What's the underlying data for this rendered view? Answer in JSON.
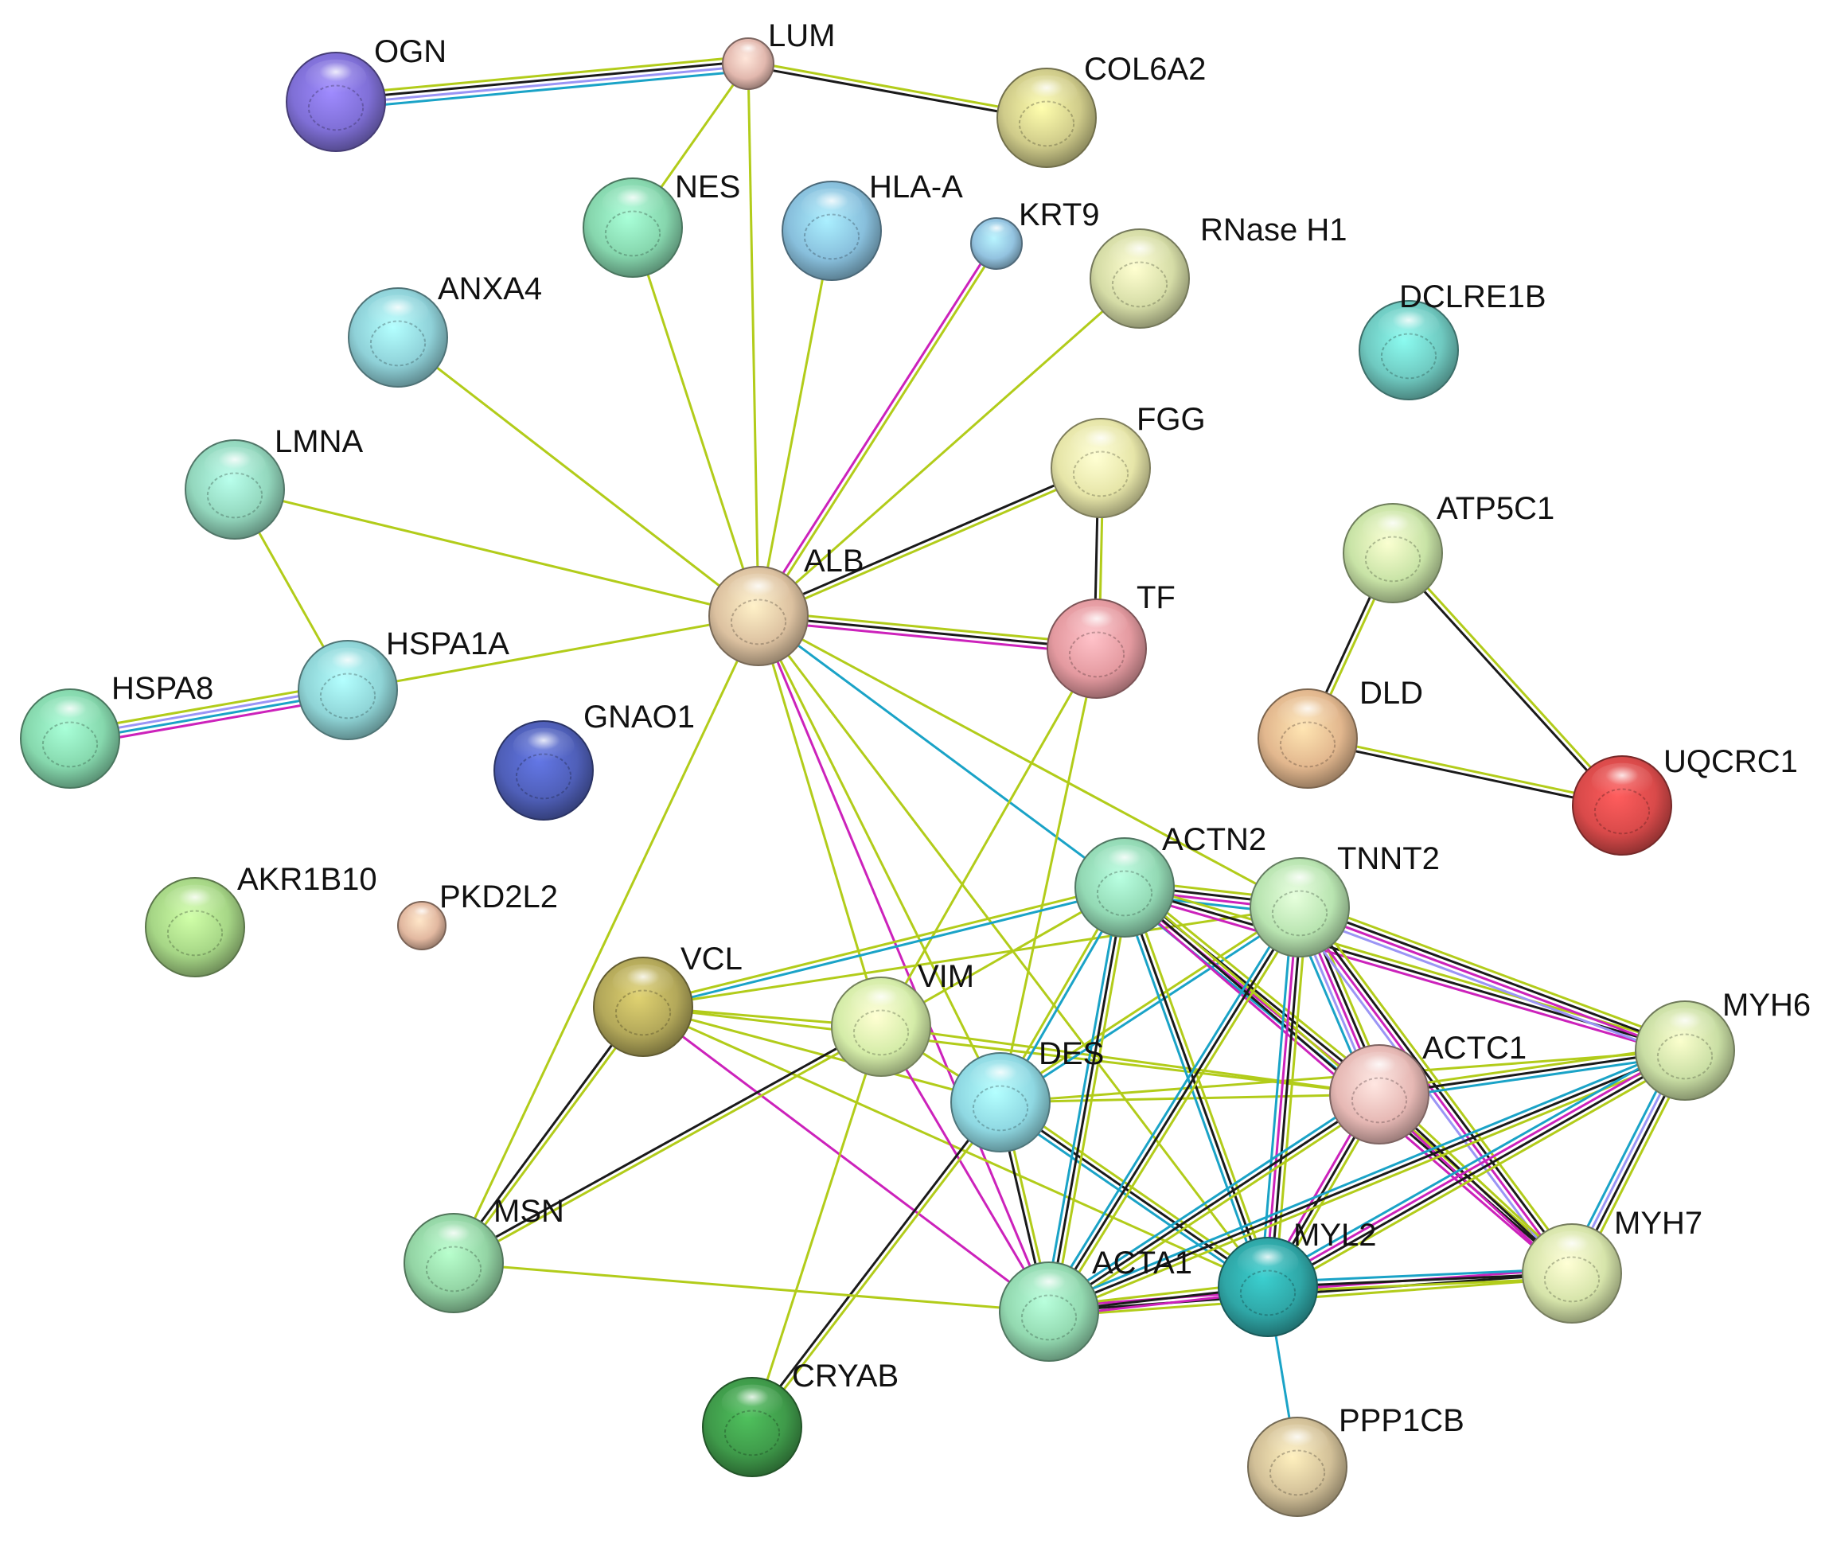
{
  "network": {
    "nodes": [
      {
        "id": "OGN",
        "label": "OGN",
        "color": "#7f6fd6",
        "size": "large"
      },
      {
        "id": "LUM",
        "label": "LUM",
        "color": "#e2b8ae",
        "size": "small"
      },
      {
        "id": "COL6A2",
        "label": "COL6A2",
        "color": "#cfcb8a",
        "size": "large"
      },
      {
        "id": "NES",
        "label": "NES",
        "color": "#86d6ad",
        "size": "large"
      },
      {
        "id": "HLA-A",
        "label": "HLA-A",
        "color": "#88bfdc",
        "size": "large"
      },
      {
        "id": "KRT9",
        "label": "KRT9",
        "color": "#93c3e0",
        "size": "small"
      },
      {
        "id": "RNase H1",
        "label": "RNase H1",
        "color": "#d5dca6",
        "size": "large"
      },
      {
        "id": "ANXA4",
        "label": "ANXA4",
        "color": "#8fd1d8",
        "size": "large"
      },
      {
        "id": "DCLRE1B",
        "label": "DCLRE1B",
        "color": "#6fc9c0",
        "size": "large"
      },
      {
        "id": "LMNA",
        "label": "LMNA",
        "color": "#93d7bd",
        "size": "large"
      },
      {
        "id": "FGG",
        "label": "FGG",
        "color": "#e6e5a8",
        "size": "large"
      },
      {
        "id": "ATP5C1",
        "label": "ATP5C1",
        "color": "#c8e3a6",
        "size": "large"
      },
      {
        "id": "ALB",
        "label": "ALB",
        "color": "#dcc1a0",
        "size": "large"
      },
      {
        "id": "TF",
        "label": "TF",
        "color": "#e49aa0",
        "size": "large"
      },
      {
        "id": "HSPA1A",
        "label": "HSPA1A",
        "color": "#8fd4d6",
        "size": "large"
      },
      {
        "id": "HSPA8",
        "label": "HSPA8",
        "color": "#86d8ad",
        "size": "large"
      },
      {
        "id": "GNAO1",
        "label": "GNAO1",
        "color": "#4f5fb8",
        "size": "large"
      },
      {
        "id": "DLD",
        "label": "DLD",
        "color": "#e2b78e",
        "size": "large"
      },
      {
        "id": "UQCRC1",
        "label": "UQCRC1",
        "color": "#d94a4a",
        "size": "large"
      },
      {
        "id": "AKR1B10",
        "label": "AKR1B10",
        "color": "#a6d686",
        "size": "large"
      },
      {
        "id": "PKD2L2",
        "label": "PKD2L2",
        "color": "#e2b8a0",
        "size": "small"
      },
      {
        "id": "ACTN2",
        "label": "ACTN2",
        "color": "#93d9b4",
        "size": "large"
      },
      {
        "id": "TNNT2",
        "label": "TNNT2",
        "color": "#b8e4b0",
        "size": "large"
      },
      {
        "id": "VCL",
        "label": "VCL",
        "color": "#b3a85a",
        "size": "large"
      },
      {
        "id": "VIM",
        "label": "VIM",
        "color": "#d4eca8",
        "size": "large"
      },
      {
        "id": "DES",
        "label": "DES",
        "color": "#8fd8e2",
        "size": "large"
      },
      {
        "id": "ACTC1",
        "label": "ACTC1",
        "color": "#e6b8b4",
        "size": "large"
      },
      {
        "id": "MYH6",
        "label": "MYH6",
        "color": "#c9dea4",
        "size": "large"
      },
      {
        "id": "MSN",
        "label": "MSN",
        "color": "#93d4a4",
        "size": "large"
      },
      {
        "id": "ACTA1",
        "label": "ACTA1",
        "color": "#93d9b0",
        "size": "large"
      },
      {
        "id": "MYL2",
        "label": "MYL2",
        "color": "#2fa6a6",
        "size": "large"
      },
      {
        "id": "MYH7",
        "label": "MYH7",
        "color": "#d6e4aa",
        "size": "large"
      },
      {
        "id": "CRYAB",
        "label": "CRYAB",
        "color": "#3f9a4a",
        "size": "large"
      },
      {
        "id": "PPP1CB",
        "label": "PPP1CB",
        "color": "#d2c098",
        "size": "large"
      }
    ],
    "edges": [
      {
        "source": "OGN",
        "target": "LUM",
        "evidence": [
          "textmining",
          "coexpression",
          "homology",
          "database"
        ]
      },
      {
        "source": "LUM",
        "target": "COL6A2",
        "evidence": [
          "textmining",
          "coexpression"
        ]
      },
      {
        "source": "LUM",
        "target": "NES",
        "evidence": [
          "textmining"
        ]
      },
      {
        "source": "LUM",
        "target": "ALB",
        "evidence": [
          "textmining"
        ]
      },
      {
        "source": "NES",
        "target": "ALB",
        "evidence": [
          "textmining"
        ]
      },
      {
        "source": "HLA-A",
        "target": "ALB",
        "evidence": [
          "textmining"
        ]
      },
      {
        "source": "KRT9",
        "target": "ALB",
        "evidence": [
          "textmining",
          "experiments"
        ]
      },
      {
        "source": "RNase H1",
        "target": "ALB",
        "evidence": [
          "textmining"
        ]
      },
      {
        "source": "ANXA4",
        "target": "ALB",
        "evidence": [
          "textmining"
        ]
      },
      {
        "source": "LMNA",
        "target": "ALB",
        "evidence": [
          "textmining"
        ]
      },
      {
        "source": "LMNA",
        "target": "HSPA1A",
        "evidence": [
          "textmining"
        ]
      },
      {
        "source": "HSPA1A",
        "target": "ALB",
        "evidence": [
          "textmining"
        ]
      },
      {
        "source": "HSPA8",
        "target": "HSPA1A",
        "evidence": [
          "textmining",
          "homology",
          "database",
          "experiments"
        ]
      },
      {
        "source": "FGG",
        "target": "ALB",
        "evidence": [
          "textmining",
          "coexpression"
        ]
      },
      {
        "source": "FGG",
        "target": "TF",
        "evidence": [
          "textmining",
          "coexpression"
        ]
      },
      {
        "source": "ALB",
        "target": "TF",
        "evidence": [
          "textmining",
          "coexpression",
          "experiments"
        ]
      },
      {
        "source": "ATP5C1",
        "target": "DLD",
        "evidence": [
          "textmining",
          "coexpression"
        ]
      },
      {
        "source": "ATP5C1",
        "target": "UQCRC1",
        "evidence": [
          "textmining",
          "coexpression"
        ]
      },
      {
        "source": "DLD",
        "target": "UQCRC1",
        "evidence": [
          "textmining",
          "coexpression"
        ]
      },
      {
        "source": "ALB",
        "target": "VIM",
        "evidence": [
          "textmining"
        ]
      },
      {
        "source": "ALB",
        "target": "DES",
        "evidence": [
          "textmining"
        ]
      },
      {
        "source": "ALB",
        "target": "ACTN2",
        "evidence": [
          "database"
        ]
      },
      {
        "source": "ALB",
        "target": "TNNT2",
        "evidence": [
          "textmining"
        ]
      },
      {
        "source": "ALB",
        "target": "ACTA1",
        "evidence": [
          "experiments"
        ]
      },
      {
        "source": "ALB",
        "target": "MSN",
        "evidence": [
          "textmining"
        ]
      },
      {
        "source": "ALB",
        "target": "MYL2",
        "evidence": [
          "textmining"
        ]
      },
      {
        "source": "TF",
        "target": "DES",
        "evidence": [
          "textmining"
        ]
      },
      {
        "source": "TF",
        "target": "VIM",
        "evidence": [
          "textmining"
        ]
      },
      {
        "source": "VCL",
        "target": "ACTN2",
        "evidence": [
          "textmining",
          "database"
        ]
      },
      {
        "source": "VCL",
        "target": "TNNT2",
        "evidence": [
          "textmining"
        ]
      },
      {
        "source": "VCL",
        "target": "MSN",
        "evidence": [
          "textmining",
          "coexpression"
        ]
      },
      {
        "source": "VCL",
        "target": "VIM",
        "evidence": [
          "textmining"
        ]
      },
      {
        "source": "VCL",
        "target": "DES",
        "evidence": [
          "textmining"
        ]
      },
      {
        "source": "VCL",
        "target": "ACTC1",
        "evidence": [
          "textmining"
        ]
      },
      {
        "source": "VCL",
        "target": "ACTA1",
        "evidence": [
          "experiments"
        ]
      },
      {
        "source": "VCL",
        "target": "MYL2",
        "evidence": [
          "textmining"
        ]
      },
      {
        "source": "VIM",
        "target": "ACTN2",
        "evidence": [
          "textmining"
        ]
      },
      {
        "source": "VIM",
        "target": "DES",
        "evidence": [
          "textmining"
        ]
      },
      {
        "source": "VIM",
        "target": "MSN",
        "evidence": [
          "textmining",
          "coexpression"
        ]
      },
      {
        "source": "VIM",
        "target": "CRYAB",
        "evidence": [
          "textmining"
        ]
      },
      {
        "source": "VIM",
        "target": "ACTC1",
        "evidence": [
          "textmining"
        ]
      },
      {
        "source": "VIM",
        "target": "ACTA1",
        "evidence": [
          "experiments"
        ]
      },
      {
        "source": "DES",
        "target": "CRYAB",
        "evidence": [
          "textmining",
          "coexpression"
        ]
      },
      {
        "source": "DES",
        "target": "ACTN2",
        "evidence": [
          "textmining",
          "database"
        ]
      },
      {
        "source": "DES",
        "target": "TNNT2",
        "evidence": [
          "textmining",
          "database"
        ]
      },
      {
        "source": "DES",
        "target": "ACTA1",
        "evidence": [
          "textmining",
          "coexpression"
        ]
      },
      {
        "source": "DES",
        "target": "MYL2",
        "evidence": [
          "textmining",
          "coexpression",
          "database"
        ]
      },
      {
        "source": "DES",
        "target": "ACTC1",
        "evidence": [
          "textmining"
        ]
      },
      {
        "source": "DES",
        "target": "MYH6",
        "evidence": [
          "textmining"
        ]
      },
      {
        "source": "MSN",
        "target": "ACTA1",
        "evidence": [
          "textmining"
        ]
      },
      {
        "source": "ACTN2",
        "target": "TNNT2",
        "evidence": [
          "textmining",
          "coexpression",
          "experiments",
          "database"
        ]
      },
      {
        "source": "ACTN2",
        "target": "ACTC1",
        "evidence": [
          "textmining",
          "coexpression",
          "experiments",
          "database"
        ]
      },
      {
        "source": "ACTN2",
        "target": "ACTA1",
        "evidence": [
          "textmining",
          "coexpression",
          "database"
        ]
      },
      {
        "source": "ACTN2",
        "target": "MYL2",
        "evidence": [
          "textmining",
          "coexpression",
          "database"
        ]
      },
      {
        "source": "ACTN2",
        "target": "MYH6",
        "evidence": [
          "textmining",
          "coexpression",
          "experiments"
        ]
      },
      {
        "source": "ACTN2",
        "target": "MYH7",
        "evidence": [
          "textmining",
          "coexpression",
          "experiments"
        ]
      },
      {
        "source": "TNNT2",
        "target": "ACTC1",
        "evidence": [
          "textmining",
          "coexpression",
          "experiments",
          "homology",
          "database"
        ]
      },
      {
        "source": "TNNT2",
        "target": "ACTA1",
        "evidence": [
          "textmining",
          "coexpression",
          "database"
        ]
      },
      {
        "source": "TNNT2",
        "target": "MYL2",
        "evidence": [
          "textmining",
          "coexpression",
          "experiments",
          "database"
        ]
      },
      {
        "source": "TNNT2",
        "target": "MYH6",
        "evidence": [
          "textmining",
          "coexpression",
          "experiments",
          "homology"
        ]
      },
      {
        "source": "TNNT2",
        "target": "MYH7",
        "evidence": [
          "textmining",
          "coexpression",
          "experiments",
          "homology"
        ]
      },
      {
        "source": "ACTC1",
        "target": "MYH6",
        "evidence": [
          "textmining",
          "coexpression",
          "database"
        ]
      },
      {
        "source": "ACTC1",
        "target": "MYH7",
        "evidence": [
          "textmining",
          "coexpression",
          "experiments"
        ]
      },
      {
        "source": "ACTC1",
        "target": "ACTA1",
        "evidence": [
          "textmining",
          "coexpression",
          "database"
        ]
      },
      {
        "source": "ACTC1",
        "target": "MYL2",
        "evidence": [
          "textmining",
          "coexpression",
          "experiments"
        ]
      },
      {
        "source": "MYH6",
        "target": "MYH7",
        "evidence": [
          "textmining",
          "coexpression",
          "homology",
          "database"
        ]
      },
      {
        "source": "MYH6",
        "target": "ACTA1",
        "evidence": [
          "textmining",
          "coexpression",
          "database"
        ]
      },
      {
        "source": "MYH6",
        "target": "MYL2",
        "evidence": [
          "textmining",
          "coexpression",
          "experiments",
          "database"
        ]
      },
      {
        "source": "MYH7",
        "target": "ACTA1",
        "evidence": [
          "textmining",
          "coexpression",
          "experiments"
        ]
      },
      {
        "source": "MYH7",
        "target": "MYL2",
        "evidence": [
          "textmining",
          "coexpression",
          "database"
        ]
      },
      {
        "source": "ACTA1",
        "target": "MYL2",
        "evidence": [
          "textmining",
          "coexpression",
          "experiments"
        ]
      },
      {
        "source": "MYL2",
        "target": "PPP1CB",
        "evidence": [
          "database"
        ]
      }
    ],
    "evidence_colors": {
      "textmining": "#b2cc1a",
      "coexpression": "#1a1a1a",
      "experiments": "#cc22bb",
      "database": "#1aa3c7",
      "homology": "#9b95f5",
      "fusion": "#1a24cc"
    }
  }
}
